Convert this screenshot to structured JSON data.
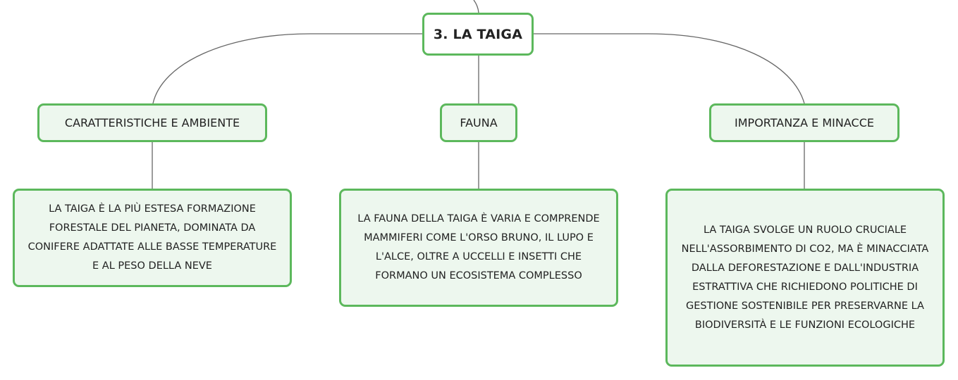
{
  "colors": {
    "node_border": "#5cb85c",
    "node_fill": "#edf7ee",
    "root_fill": "#ffffff",
    "connector": "#666666",
    "text": "#222222"
  },
  "map": {
    "root": {
      "label": "3. LA TAIGA"
    },
    "topics": [
      {
        "label": "CARATTERISTICHE E AMBIENTE",
        "detail": "LA TAIGA È LA PIÙ ESTESA FORMAZIONE FORESTALE DEL PIANETA, DOMINATA DA CONIFERE ADATTATE ALLE BASSE TEMPERATURE E AL PESO DELLA NEVE"
      },
      {
        "label": "FAUNA",
        "detail": "LA FAUNA DELLA TAIGA È VARIA E COMPRENDE MAMMIFERI COME L'ORSO BRUNO, IL LUPO E L'ALCE, OLTRE A UCCELLI E INSETTI CHE FORMANO UN ECOSISTEMA COMPLESSO"
      },
      {
        "label": "IMPORTANZA E MINACCE",
        "detail": "LA TAIGA SVOLGE UN RUOLO CRUCIALE NELL'ASSORBIMENTO DI CO2, MA È MINACCIATA DALLA DEFORESTAZIONE E DALL'INDUSTRIA ESTRATTIVA CHE RICHIEDONO POLITICHE DI GESTIONE SOSTENIBILE PER PRESERVARNE LA BIODIVERSITÀ E LE FUNZIONI ECOLOGICHE"
      }
    ]
  }
}
